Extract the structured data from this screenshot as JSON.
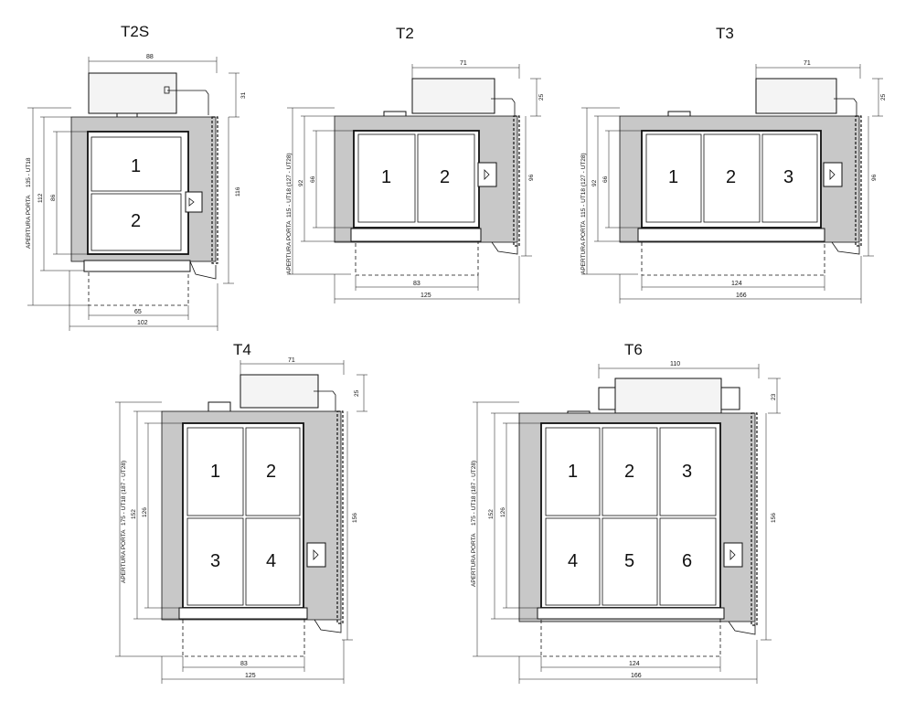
{
  "diagrams": {
    "t2s": {
      "title": "T2S",
      "cells": [
        "1",
        "2"
      ],
      "dims": {
        "top": "88",
        "unit_h": "31",
        "right_h": "116",
        "left_outer": "135 - UT18",
        "left_in1": "112",
        "left_in2": "86",
        "bottom_in": "65",
        "bottom_out": "102"
      },
      "door_label": "APERTURA PORTA"
    },
    "t2": {
      "title": "T2",
      "cells": [
        "1",
        "2"
      ],
      "dims": {
        "top": "71",
        "unit_h": "25",
        "right_h": "96",
        "left_outer": "115 - UT18 (127 - UT28)",
        "left_in1": "92",
        "left_in2": "66",
        "bottom_in": "83",
        "bottom_out": "125"
      },
      "door_label": "APERTURA PORTA"
    },
    "t3": {
      "title": "T3",
      "cells": [
        "1",
        "2",
        "3"
      ],
      "dims": {
        "top": "71",
        "unit_h": "25",
        "right_h": "96",
        "left_outer": "115 - UT18 (127 - UT28)",
        "left_in1": "92",
        "left_in2": "66",
        "bottom_in": "124",
        "bottom_out": "166"
      },
      "door_label": "APERTURA PORTA"
    },
    "t4": {
      "title": "T4",
      "cells": [
        "1",
        "2",
        "3",
        "4"
      ],
      "dims": {
        "top": "71",
        "unit_h": "25",
        "right_h": "156",
        "left_outer": "175 - UT18 (187 - UT28)",
        "left_in1": "152",
        "left_in2": "126",
        "bottom_in": "83",
        "bottom_out": "125"
      },
      "door_label": "APERTURA PORTA"
    },
    "t6": {
      "title": "T6",
      "cells": [
        "1",
        "2",
        "3",
        "4",
        "5",
        "6"
      ],
      "dims": {
        "top": "110",
        "unit_h": "23",
        "right_h": "156",
        "left_outer": "175 - UT18 (187 - UT28)",
        "left_in1": "152",
        "left_in2": "126",
        "bottom_in": "124",
        "bottom_out": "166"
      },
      "door_label": "APERTURA PORTA"
    }
  }
}
